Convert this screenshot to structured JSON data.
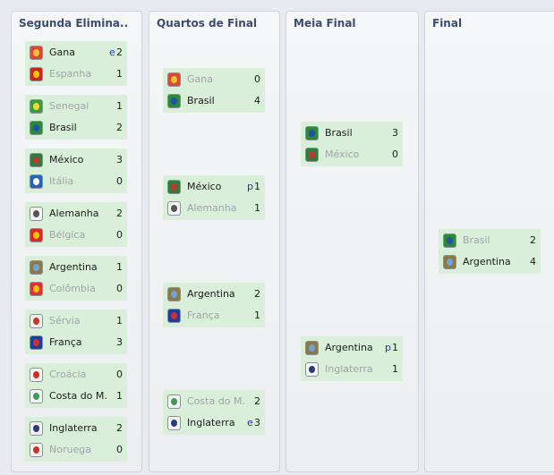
{
  "rounds": [
    {
      "title": "Segunda Elimina..",
      "matches": [
        {
          "teams": [
            {
              "name": "Gana",
              "score": "2",
              "note": "e",
              "loser": false,
              "flag": "ghana-flag-icon",
              "c1": "#d64a3a",
              "c2": "#f2c230"
            },
            {
              "name": "Espanha",
              "score": "1",
              "note": "",
              "loser": true,
              "flag": "spain-flag-icon",
              "c1": "#c4291f",
              "c2": "#f1c500"
            }
          ]
        },
        {
          "teams": [
            {
              "name": "Senegal",
              "score": "1",
              "note": "",
              "loser": true,
              "flag": "senegal-flag-icon",
              "c1": "#3f9a3f",
              "c2": "#f2d63a"
            },
            {
              "name": "Brasil",
              "score": "2",
              "note": "",
              "loser": false,
              "flag": "brazil-flag-icon",
              "c1": "#2a8a3a",
              "c2": "#2450a8"
            }
          ]
        },
        {
          "teams": [
            {
              "name": "México",
              "score": "3",
              "note": "",
              "loser": false,
              "flag": "mexico-flag-icon",
              "c1": "#2e7d3e",
              "c2": "#c8342c"
            },
            {
              "name": "Itália",
              "score": "0",
              "note": "",
              "loser": true,
              "flag": "italy-flag-icon",
              "c1": "#2a62b8",
              "c2": "#ffffff"
            }
          ]
        },
        {
          "teams": [
            {
              "name": "Alemanha",
              "score": "2",
              "note": "",
              "loser": false,
              "flag": "germany-flag-icon",
              "c1": "#f4f4f4",
              "c2": "#555555"
            },
            {
              "name": "Bélgica",
              "score": "0",
              "note": "",
              "loser": true,
              "flag": "belgium-flag-icon",
              "c1": "#d62a2a",
              "c2": "#f1c500"
            }
          ]
        },
        {
          "teams": [
            {
              "name": "Argentina",
              "score": "1",
              "note": "",
              "loser": false,
              "flag": "argentina-flag-icon",
              "c1": "#8a7a4a",
              "c2": "#6fa3d8"
            },
            {
              "name": "Colômbia",
              "score": "0",
              "note": "",
              "loser": true,
              "flag": "colombia-flag-icon",
              "c1": "#d8353a",
              "c2": "#f2c300"
            }
          ]
        },
        {
          "teams": [
            {
              "name": "Sérvia",
              "score": "1",
              "note": "",
              "loser": true,
              "flag": "serbia-flag-icon",
              "c1": "#f0f0f0",
              "c2": "#c8342c"
            },
            {
              "name": "França",
              "score": "3",
              "note": "",
              "loser": false,
              "flag": "france-flag-icon",
              "c1": "#1d3f9a",
              "c2": "#d23030"
            }
          ]
        },
        {
          "teams": [
            {
              "name": "Croácia",
              "score": "0",
              "note": "",
              "loser": true,
              "flag": "croatia-flag-icon",
              "c1": "#f4f4f4",
              "c2": "#d42a2a"
            },
            {
              "name": "Costa do M..",
              "score": "1",
              "note": "",
              "loser": false,
              "flag": "ivory-coast-flag-icon",
              "c1": "#f4f4f4",
              "c2": "#3f9a5a"
            }
          ]
        },
        {
          "teams": [
            {
              "name": "Inglaterra",
              "score": "2",
              "note": "",
              "loser": false,
              "flag": "england-flag-icon",
              "c1": "#f4f4f4",
              "c2": "#2a3a7a"
            },
            {
              "name": "Noruega",
              "score": "0",
              "note": "",
              "loser": true,
              "flag": "norway-flag-icon",
              "c1": "#f4f4f4",
              "c2": "#c8342c"
            }
          ]
        }
      ]
    },
    {
      "title": "Quartos de Final",
      "matches": [
        {
          "teams": [
            {
              "name": "Gana",
              "score": "0",
              "note": "",
              "loser": true,
              "flag": "ghana-flag-icon",
              "c1": "#d64a3a",
              "c2": "#f2c230"
            },
            {
              "name": "Brasil",
              "score": "4",
              "note": "",
              "loser": false,
              "flag": "brazil-flag-icon",
              "c1": "#2a8a3a",
              "c2": "#2450a8"
            }
          ]
        },
        {
          "teams": [
            {
              "name": "México",
              "score": "1",
              "note": "p",
              "loser": false,
              "flag": "mexico-flag-icon",
              "c1": "#2e7d3e",
              "c2": "#c8342c"
            },
            {
              "name": "Alemanha",
              "score": "1",
              "note": "",
              "loser": true,
              "flag": "germany-flag-icon",
              "c1": "#f4f4f4",
              "c2": "#555555"
            }
          ]
        },
        {
          "teams": [
            {
              "name": "Argentina",
              "score": "2",
              "note": "",
              "loser": false,
              "flag": "argentina-flag-icon",
              "c1": "#8a7a4a",
              "c2": "#6fa3d8"
            },
            {
              "name": "França",
              "score": "1",
              "note": "",
              "loser": true,
              "flag": "france-flag-icon",
              "c1": "#1d3f9a",
              "c2": "#d23030"
            }
          ]
        },
        {
          "teams": [
            {
              "name": "Costa do M..",
              "score": "2",
              "note": "",
              "loser": true,
              "flag": "ivory-coast-flag-icon",
              "c1": "#f4f4f4",
              "c2": "#3f9a5a"
            },
            {
              "name": "Inglaterra",
              "score": "3",
              "note": "e",
              "loser": false,
              "flag": "england-flag-icon",
              "c1": "#f4f4f4",
              "c2": "#2a3a7a"
            }
          ]
        }
      ]
    },
    {
      "title": "Meia Final",
      "matches": [
        {
          "teams": [
            {
              "name": "Brasil",
              "score": "3",
              "note": "",
              "loser": false,
              "flag": "brazil-flag-icon",
              "c1": "#2a8a3a",
              "c2": "#2450a8"
            },
            {
              "name": "México",
              "score": "0",
              "note": "",
              "loser": true,
              "flag": "mexico-flag-icon",
              "c1": "#2e7d3e",
              "c2": "#c8342c"
            }
          ]
        },
        {
          "teams": [
            {
              "name": "Argentina",
              "score": "1",
              "note": "p",
              "loser": false,
              "flag": "argentina-flag-icon",
              "c1": "#8a7a4a",
              "c2": "#6fa3d8"
            },
            {
              "name": "Inglaterra",
              "score": "1",
              "note": "",
              "loser": true,
              "flag": "england-flag-icon",
              "c1": "#f4f4f4",
              "c2": "#2a3a7a"
            }
          ]
        }
      ]
    },
    {
      "title": "Final",
      "matches": [
        {
          "teams": [
            {
              "name": "Brasil",
              "score": "2",
              "note": "",
              "loser": true,
              "flag": "brazil-flag-icon",
              "c1": "#2a8a3a",
              "c2": "#2450a8"
            },
            {
              "name": "Argentina",
              "score": "4",
              "note": "",
              "loser": false,
              "flag": "argentina-flag-icon",
              "c1": "#8a7a4a",
              "c2": "#6fa3d8"
            }
          ]
        }
      ]
    }
  ]
}
